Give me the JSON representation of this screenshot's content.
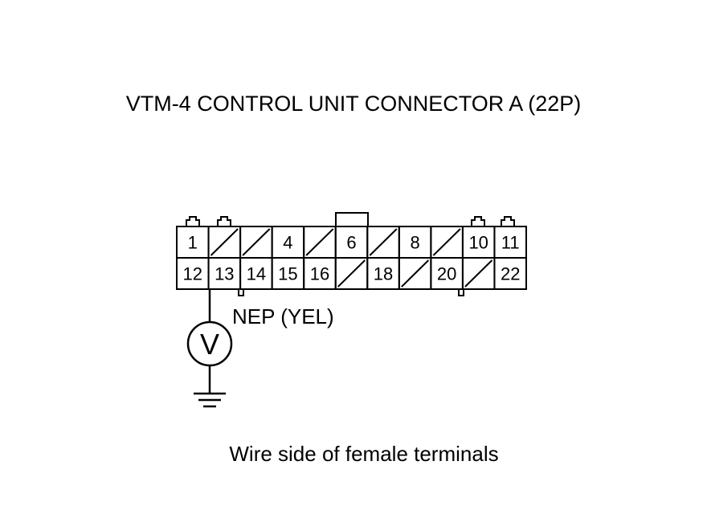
{
  "title": "VTM-4 CONTROL UNIT CONNECTOR A (22P)",
  "connector": {
    "name": "Connector A (22P)",
    "rows": [
      [
        "1",
        "",
        "",
        "4",
        "",
        "6",
        "",
        "8",
        "",
        "10",
        "11"
      ],
      [
        "12",
        "13",
        "14",
        "15",
        "16",
        "",
        "18",
        "",
        "20",
        "",
        "22"
      ]
    ]
  },
  "wire": {
    "label": "NEP (YEL)",
    "pin": "12"
  },
  "meter": {
    "symbol": "V",
    "icon": "voltmeter-icon"
  },
  "ground": {
    "icon": "ground-icon"
  },
  "caption": "Wire side of female terminals"
}
